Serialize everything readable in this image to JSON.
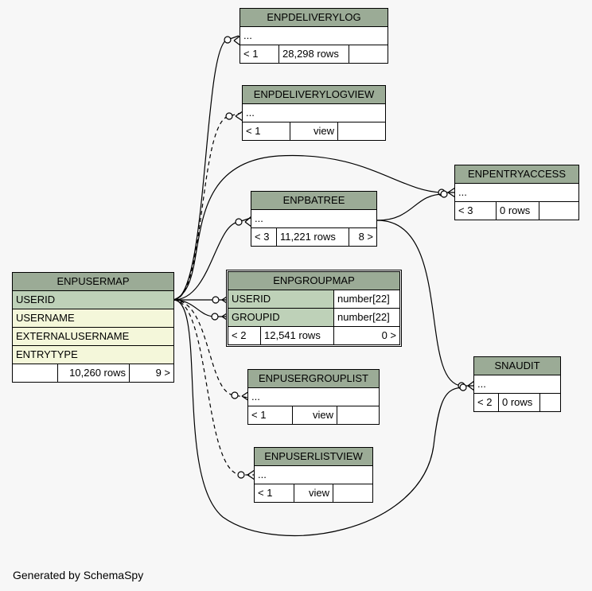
{
  "diagram": {
    "generated_by": "Generated by SchemaSpy",
    "tables": {
      "enpdeliverylog": {
        "name": "ENPDELIVERYLOG",
        "cols": "...",
        "parents": "< 1",
        "rows": "28,298 rows",
        "children": ""
      },
      "enpdeliverylogview": {
        "name": "ENPDELIVERYLOGVIEW",
        "cols": "...",
        "parents": "< 1",
        "rows": "view",
        "children": ""
      },
      "enpentryaccess": {
        "name": "ENPENTRYACCESS",
        "cols": "...",
        "parents": "< 3",
        "rows": "0 rows",
        "children": ""
      },
      "enpbatree": {
        "name": "ENPBATREE",
        "cols": "...",
        "parents": "< 3",
        "rows": "11,221 rows",
        "children": "8 >"
      },
      "enpusermap": {
        "name": "ENPUSERMAP",
        "columns": [
          "USERID",
          "USERNAME",
          "EXTERNALUSERNAME",
          "ENTRYTYPE"
        ],
        "parents": "",
        "rows": "10,260 rows",
        "children": "9 >"
      },
      "enpgroupmap": {
        "name": "ENPGROUPMAP",
        "columns": [
          {
            "name": "USERID",
            "type": "number[22]"
          },
          {
            "name": "GROUPID",
            "type": "number[22]"
          }
        ],
        "parents": "< 2",
        "rows": "12,541 rows",
        "children": "0 >"
      },
      "enpusergrouplist": {
        "name": "ENPUSERGROUPLIST",
        "cols": "...",
        "parents": "< 1",
        "rows": "view",
        "children": ""
      },
      "snaudit": {
        "name": "SNAUDIT",
        "cols": "...",
        "parents": "< 2",
        "rows": "0 rows",
        "children": ""
      },
      "enpuserlistview": {
        "name": "ENPUSERLISTVIEW",
        "cols": "...",
        "parents": "< 1",
        "rows": "view",
        "children": ""
      }
    }
  }
}
